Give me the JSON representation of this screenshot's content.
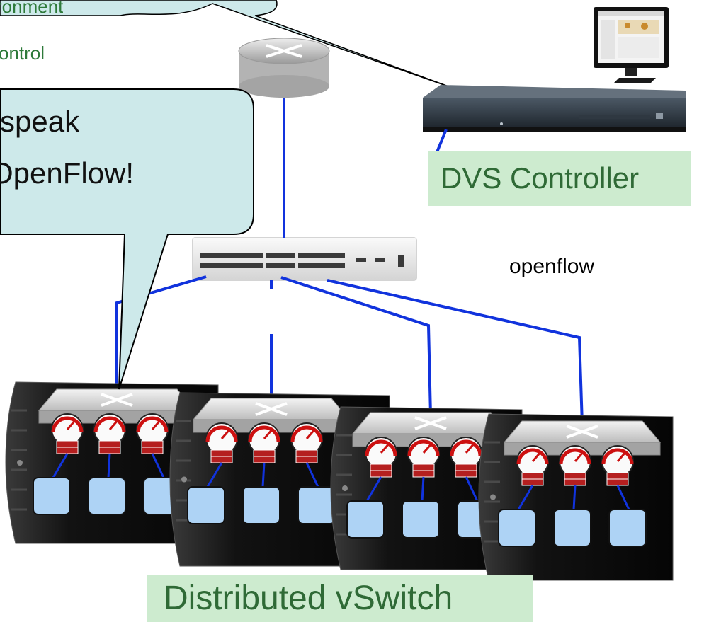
{
  "cloud_text": {
    "line1": "ronment",
    "line2": "ontrol"
  },
  "callout_text": {
    "line1": "speak",
    "line2": "OpenFlow!"
  },
  "labels": {
    "controller": "DVS Controller",
    "openflow": "openflow",
    "distributed": "Distributed vSwitch"
  },
  "colors": {
    "link": "#1133dd",
    "callout_fill": "#cde9ea",
    "label_bg": "#cdebcf",
    "label_text": "#2f6a36",
    "vm_fill": "#aed3f5",
    "server_body": "#0f0f0f"
  }
}
